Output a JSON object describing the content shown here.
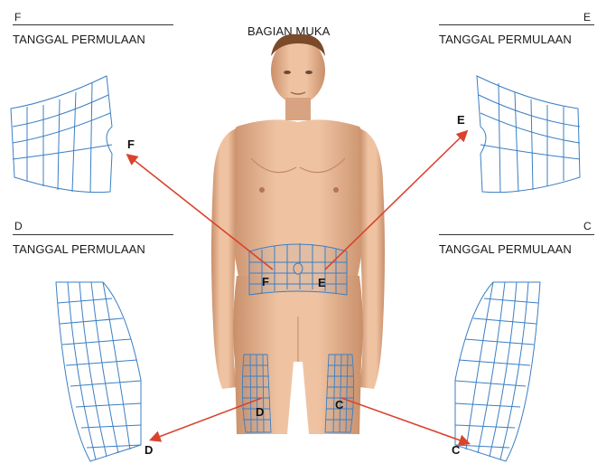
{
  "title": "BAGIAN MUKA",
  "panels": {
    "F": {
      "letter": "F",
      "caption": "TANGGAL PERMULAAN"
    },
    "E": {
      "letter": "E",
      "caption": "TANGGAL PERMULAAN"
    },
    "D": {
      "letter": "D",
      "caption": "TANGGAL PERMULAAN"
    },
    "C": {
      "letter": "C",
      "caption": "TANGGAL PERMULAAN"
    }
  },
  "labels": {
    "arrow_F": "F",
    "arrow_E": "E",
    "arrow_D": "D",
    "arrow_C": "C",
    "body_F": "F",
    "body_E": "E",
    "body_D": "D",
    "body_C": "C"
  },
  "colors": {
    "grid": "#3b7fc4",
    "arrow": "#d9432e",
    "skin": "#e8b896",
    "skin_shadow": "#c98f6a",
    "hair": "#7a4a2a"
  }
}
